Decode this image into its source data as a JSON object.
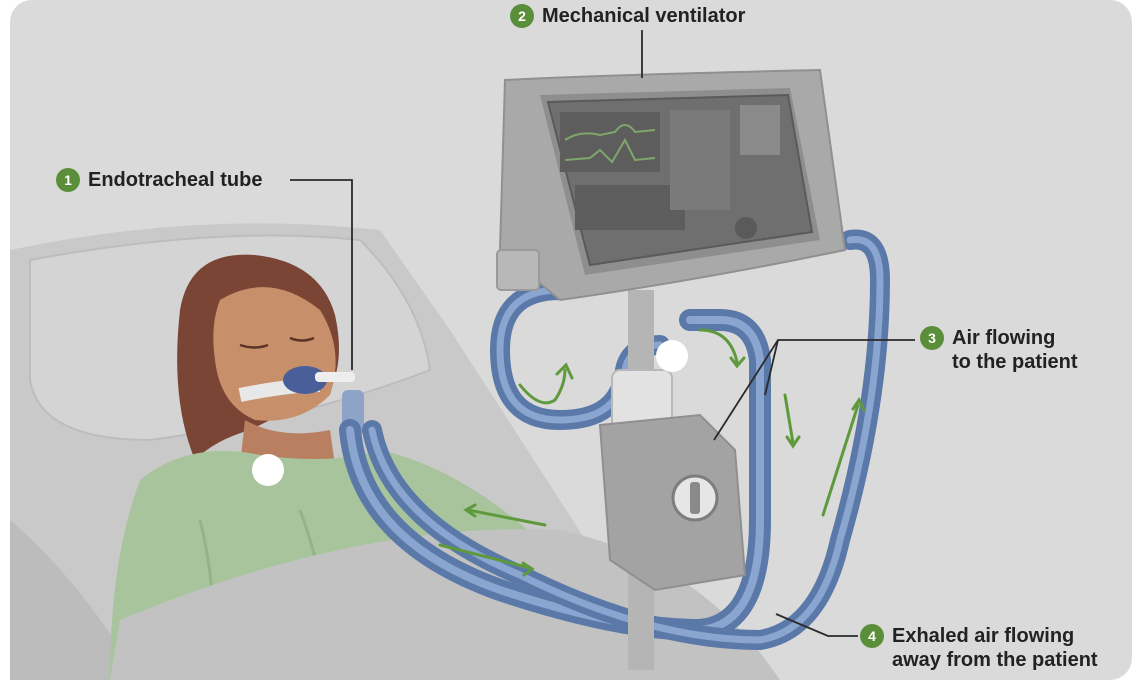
{
  "labels": [
    {
      "number": "1",
      "text": "Endotracheal tube"
    },
    {
      "number": "2",
      "text": "Mechanical ventilator"
    },
    {
      "number": "3",
      "lines": [
        "Air flowing",
        "to the patient"
      ]
    },
    {
      "number": "4",
      "lines": [
        "Exhaled air flowing",
        "away from the patient"
      ]
    }
  ],
  "colors": {
    "background": "#dadada",
    "badge": "#5b8e3a",
    "tube": "#5a79a8",
    "arrow": "#5e9a3c",
    "skin": "#c8906a",
    "hair": "#7a4534",
    "gown": "#a8c49c",
    "device": "#a9a9a9"
  }
}
